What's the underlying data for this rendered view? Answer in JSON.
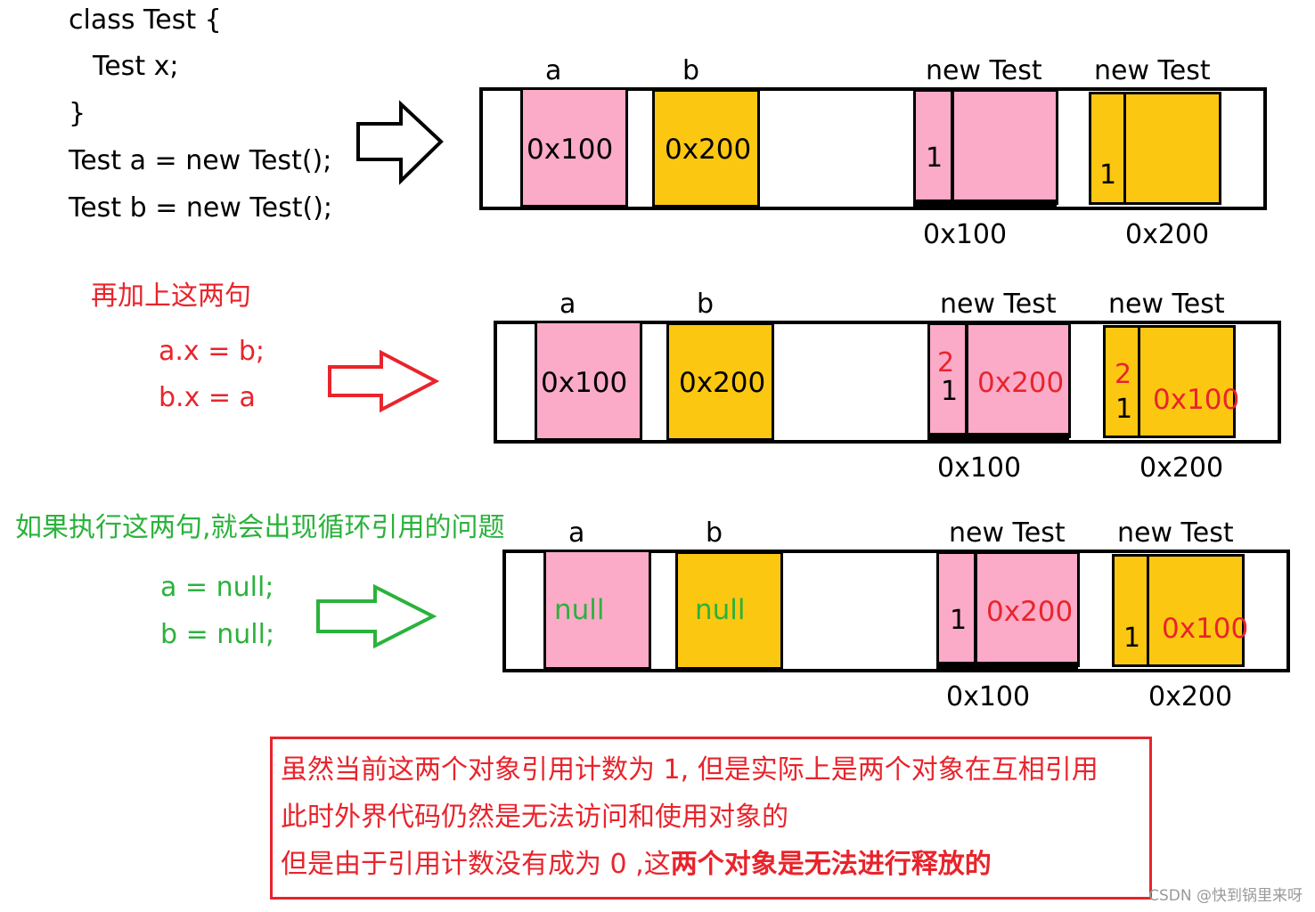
{
  "code": {
    "lines": [
      "class Test {",
      "Test x;",
      "}",
      "Test a = new Test();",
      "Test b = new Test();"
    ]
  },
  "step2": {
    "title": "再加上这两句",
    "lines": [
      "a.x = b;",
      "b.x = a"
    ]
  },
  "step3": {
    "title": "如果执行这两句,就会出现循环引用的问题",
    "lines": [
      "a = null;",
      "b = null;"
    ]
  },
  "labels": {
    "a": "a",
    "b": "b",
    "new_test": "new Test",
    "addr1": "0x100",
    "addr2": "0x200"
  },
  "diagrams": [
    {
      "a_value": "0x100",
      "b_value": "0x200",
      "obj1_count": "1",
      "obj1_count_new": "",
      "obj1_field": "",
      "obj2_count": "1",
      "obj2_count_new": "",
      "obj2_field": ""
    },
    {
      "a_value": "0x100",
      "b_value": "0x200",
      "obj1_count": "1",
      "obj1_count_new": "2",
      "obj1_field": "0x200",
      "obj2_count": "1",
      "obj2_count_new": "2",
      "obj2_field": "0x100"
    },
    {
      "a_value": "null",
      "b_value": "null",
      "obj1_count": "1",
      "obj1_count_new": "",
      "obj1_field": "0x200",
      "obj2_count": "1",
      "obj2_count_new": "",
      "obj2_field": "0x100"
    }
  ],
  "note": {
    "line1": "虽然当前这两个对象引用计数为 1, 但是实际上是两个对象在互相引用",
    "line2": "此时外界代码仍然是无法访问和使用对象的",
    "line3_normal": "但是由于引用计数没有成为 0 ,这",
    "line3_bold": "两个对象是无法进行释放的"
  },
  "watermark": "CSDN @快到锅里来呀",
  "colors": {
    "pink": "#fbaac8",
    "yellow": "#fcc711",
    "red": "#e8242c",
    "green": "#2bb23c"
  }
}
